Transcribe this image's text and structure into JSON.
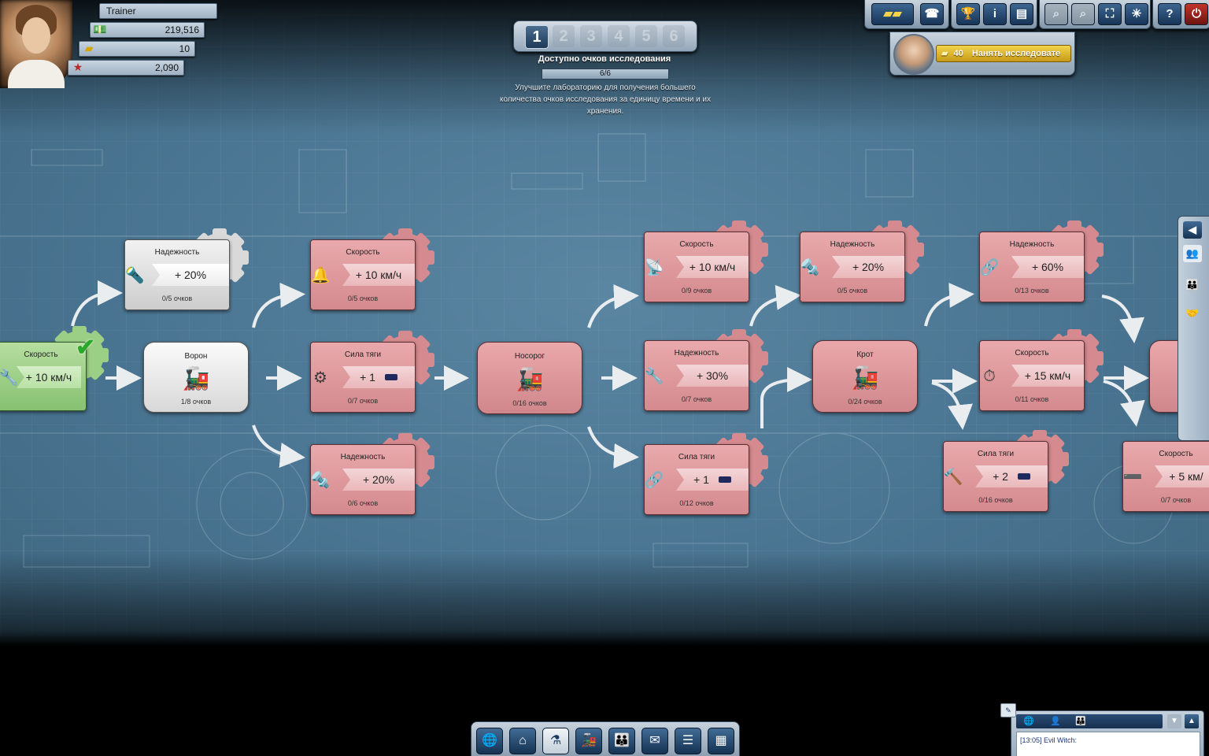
{
  "player": {
    "name": "Trainer",
    "money": "219,516",
    "gold": "10",
    "prestige": "2,090"
  },
  "research": {
    "slots": [
      "1",
      "2",
      "3",
      "4",
      "5",
      "6"
    ],
    "active_slot": "1",
    "title": "Доступно очков исследования",
    "points": "6/6",
    "hint": "Улучшите лабораторию для получения большего количества очков исследования за единицу времени и их хранения."
  },
  "hire": {
    "cost": "40",
    "label": "Нанять исследовате"
  },
  "nodes": [
    {
      "id": "n0",
      "title": "Скорость",
      "value": "+ 10 км/ч",
      "points": "",
      "style": "green"
    },
    {
      "id": "n1",
      "title": "Надежность",
      "value": "+ 20%",
      "points": "0/5 очков",
      "style": "white"
    },
    {
      "id": "n2",
      "title": "Ворон",
      "value": "",
      "points": "1/8 очков",
      "style": "white-loco"
    },
    {
      "id": "n3",
      "title": "Скорость",
      "value": "+ 10 км/ч",
      "points": "0/5 очков",
      "style": "pink"
    },
    {
      "id": "n4",
      "title": "Сила тяги",
      "value": "+ 1",
      "points": "0/7 очков",
      "style": "pink"
    },
    {
      "id": "n5",
      "title": "Надежность",
      "value": "+ 20%",
      "points": "0/6 очков",
      "style": "pink"
    },
    {
      "id": "n6",
      "title": "Носорог",
      "value": "",
      "points": "0/16 очков",
      "style": "pink-loco"
    },
    {
      "id": "n7",
      "title": "Скорость",
      "value": "+ 10 км/ч",
      "points": "0/9 очков",
      "style": "pink"
    },
    {
      "id": "n8",
      "title": "Надежность",
      "value": "+ 30%",
      "points": "0/7 очков",
      "style": "pink"
    },
    {
      "id": "n9",
      "title": "Сила тяги",
      "value": "+ 1",
      "points": "0/12 очков",
      "style": "pink"
    },
    {
      "id": "n10",
      "title": "Надежность",
      "value": "+ 20%",
      "points": "0/5 очков",
      "style": "pink"
    },
    {
      "id": "n11",
      "title": "Крот",
      "value": "",
      "points": "0/24 очков",
      "style": "pink-loco"
    },
    {
      "id": "n12",
      "title": "Надежность",
      "value": "+ 60%",
      "points": "0/13 очков",
      "style": "pink"
    },
    {
      "id": "n13",
      "title": "Скорость",
      "value": "+ 15 км/ч",
      "points": "0/11 очков",
      "style": "pink"
    },
    {
      "id": "n14",
      "title": "Сила тяги",
      "value": "+ 2",
      "points": "0/16 очков",
      "style": "pink"
    },
    {
      "id": "n15",
      "title": "Скорость",
      "value": "+ 5 км/",
      "points": "0/7 очков",
      "style": "pink"
    }
  ],
  "chat": {
    "message": "[13:05] Evil Witch:"
  },
  "icons": {
    "money": "money-icon",
    "gold": "gold-bar-icon",
    "prestige": "prestige-icon",
    "checkmark": "checkmark-icon"
  },
  "colors": {
    "blueprint": "#4a7592",
    "node_locked": "#d48a8e",
    "node_done": "#87c171",
    "node_available": "#d9d9d9",
    "hire_gold": "#f2d44b"
  }
}
